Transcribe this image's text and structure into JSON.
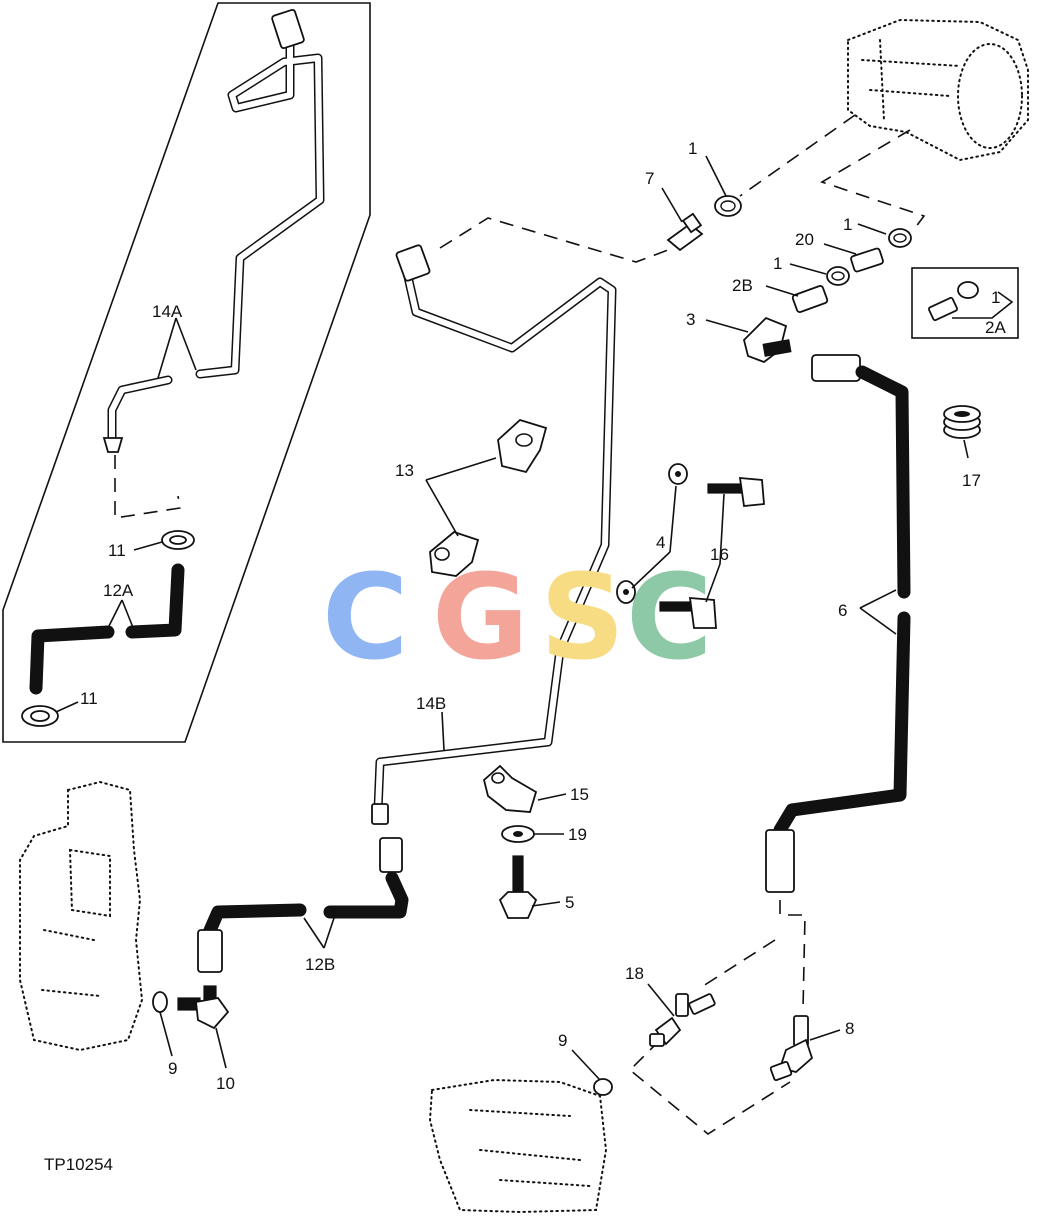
{
  "labels": {
    "l1a": "1",
    "l1b": "1",
    "l1c": "1",
    "l1d": "1",
    "l2a": "2A",
    "l2b": "2B",
    "l3": "3",
    "l4": "4",
    "l5": "5",
    "l6": "6",
    "l7": "7",
    "l8": "8",
    "l9a": "9",
    "l9b": "9",
    "l10": "10",
    "l11a": "11",
    "l11b": "11",
    "l12a": "12A",
    "l12b": "12B",
    "l13": "13",
    "l14a": "14A",
    "l14b": "14B",
    "l15": "15",
    "l16": "16",
    "l17": "17",
    "l18": "18",
    "l19": "19",
    "l20": "20",
    "ref": "TP10254"
  },
  "watermark": {
    "letters": [
      "C",
      "G",
      "S",
      "C"
    ],
    "colors": [
      "#8fb6f2",
      "#f4a59a",
      "#f8dc84",
      "#8dc9a6"
    ]
  }
}
